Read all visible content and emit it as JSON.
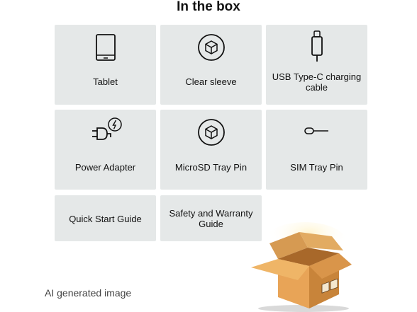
{
  "title": "In the box",
  "items": [
    {
      "label": "Tablet",
      "icon": "tablet-icon"
    },
    {
      "label": "Clear sleeve",
      "icon": "cube-icon"
    },
    {
      "label": "USB Type-C charging cable",
      "icon": "usb-c-cable-icon"
    },
    {
      "label": "Power Adapter",
      "icon": "power-plug-icon"
    },
    {
      "label": "MicroSD Tray Pin",
      "icon": "cube-icon"
    },
    {
      "label": "SIM Tray Pin",
      "icon": "sim-pin-icon"
    },
    {
      "label": "Quick Start Guide",
      "icon": ""
    },
    {
      "label": "Safety and Warranty Guide",
      "icon": ""
    }
  ],
  "footer_note": "AI generated image",
  "colors": {
    "card": "#e5e8e8",
    "box": "#e8a457",
    "box_dark": "#c8843a"
  }
}
